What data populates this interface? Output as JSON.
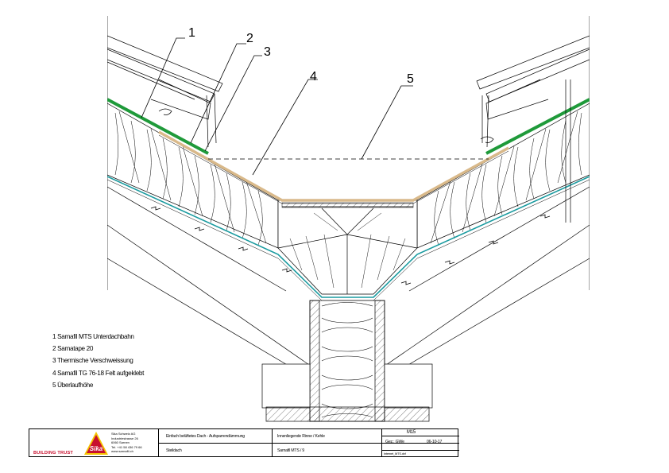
{
  "callouts": [
    "1",
    "2",
    "3",
    "4",
    "5"
  ],
  "legend": [
    "1 Sarnafil MTS Unterdachbahn",
    "2 Sarnatape 20",
    "3 Thermische Verschweissung",
    "4 Sarnafil TG 76-18 Felt aufgeklebt",
    "5 Überlaufhöhe"
  ],
  "title_block": {
    "brand": "BUILDING TRUST",
    "logo_text": "Sika",
    "address": [
      "Sika Schweiz AG",
      "Industriestrasse 26",
      "6060 Sarnen",
      "Tel. +41 58 436 79 66",
      "www.sarnafil.ch"
    ],
    "description_1": "Einfach belüftetes Dach - Aufsparrendämmung",
    "description_2": "Steildach",
    "detail_1": "Innenliegende Rinne / Kehle",
    "detail_2": "Sarnafil MTS / 9",
    "code": "M15",
    "drawn_label": "Gez.: GWe",
    "date": "06-10-17",
    "file": "Internet_MTS.dxf"
  },
  "colors": {
    "membrane_green": "#1f9a3a",
    "membrane_teal": "#1a9ba0",
    "felt_tan": "#d9b98a",
    "sika_red": "#c8102e",
    "sika_yellow": "#f5c400"
  }
}
